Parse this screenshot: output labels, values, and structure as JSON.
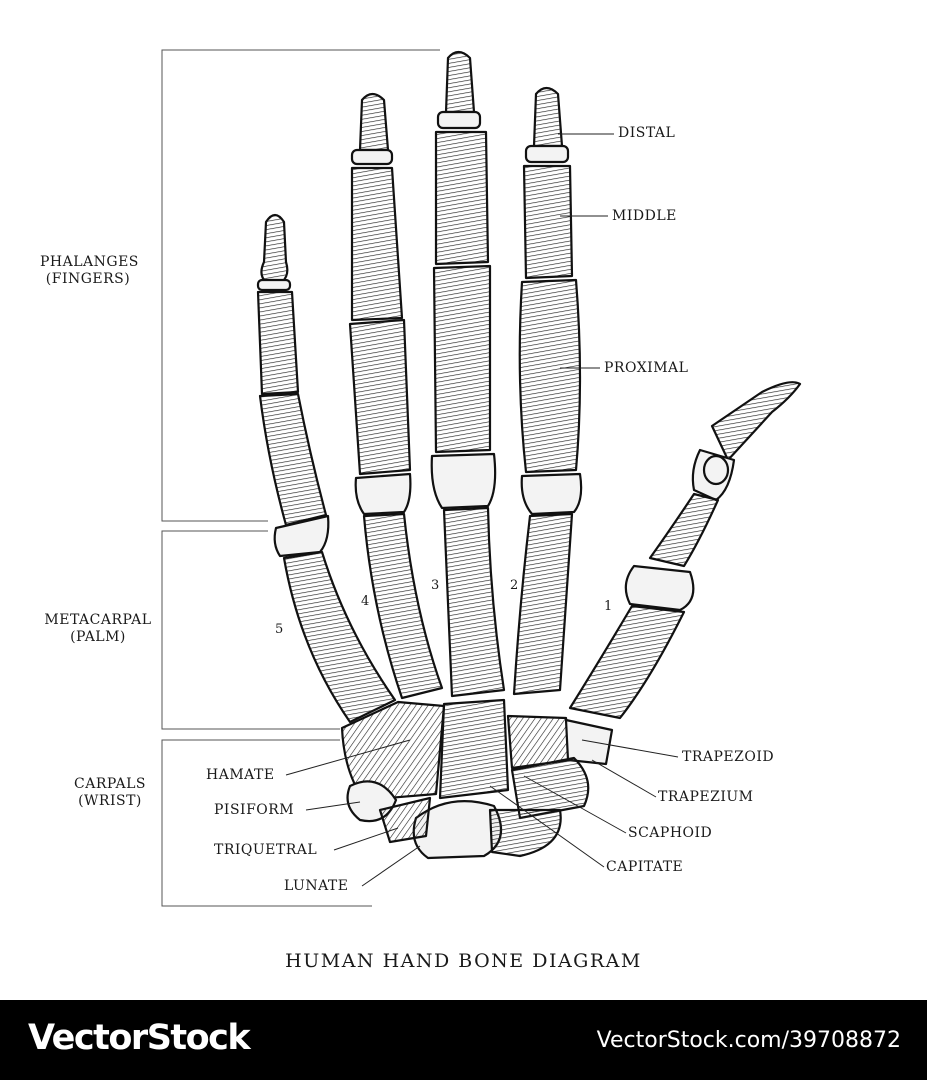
{
  "title": "HUMAN HAND BONE DIAGRAM",
  "groups": {
    "phalanges": {
      "line1": "PHALANGES",
      "line2": "(FINGERS)"
    },
    "metacarpal": {
      "line1": "METACARPAL",
      "line2": "(PALM)"
    },
    "carpals": {
      "line1": "CARPALS",
      "line2": "(WRIST)"
    }
  },
  "phalanx_labels": {
    "distal": "DISTAL",
    "middle": "MIDDLE",
    "proximal": "PROXIMAL"
  },
  "carpal_labels": {
    "hamate": "HAMATE",
    "pisiform": "PISIFORM",
    "triquetral": "TRIQUETRAL",
    "lunate": "LUNATE",
    "trapezoid": "TRAPEZOID",
    "trapezium": "TRAPEZIUM",
    "scaphoid": "SCAPHOID",
    "capitate": "CAPITATE"
  },
  "metacarpal_numbers": {
    "m1": "1",
    "m2": "2",
    "m3": "3",
    "m4": "4",
    "m5": "5"
  },
  "footer": {
    "brand": "VectorStock",
    "stock_id": "VectorStock.com/39708872"
  },
  "colors": {
    "ink": "#1a1a1a",
    "bone": "#f3f3f3",
    "footer_bg": "#000000",
    "footer_text": "#ffffff"
  }
}
